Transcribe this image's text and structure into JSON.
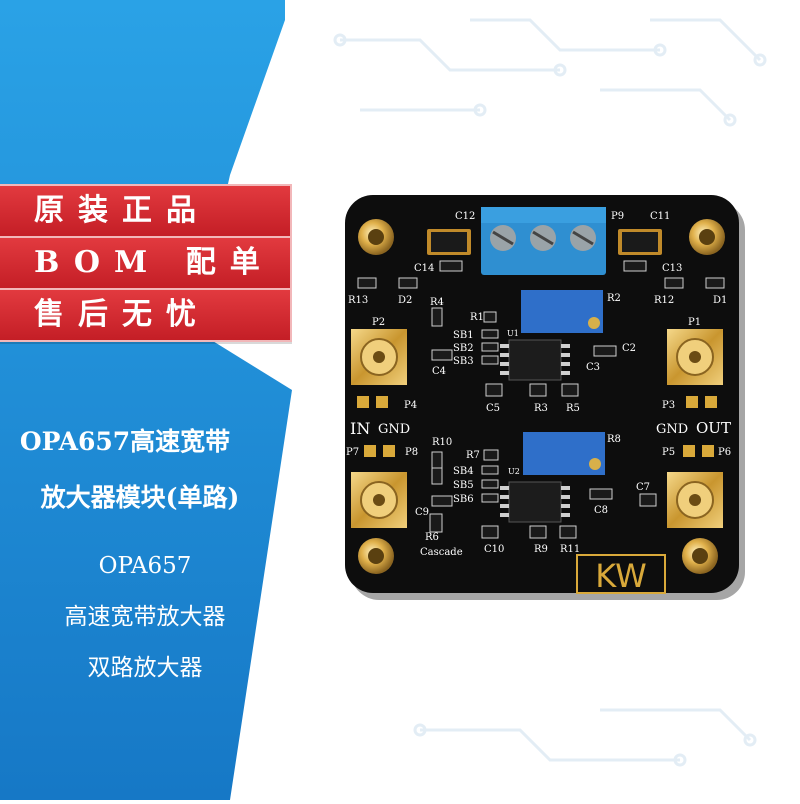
{
  "badges": [
    "原装正品",
    "BOM 配单",
    "售后无忧"
  ],
  "product": {
    "title_line1": "OPA657高速宽带",
    "title_line2": "放大器模块(单路)",
    "sub_line1": "OPA657",
    "sub_line2": "高速宽带放大器",
    "sub_line3": "双路放大器"
  },
  "board": {
    "silkscreen": {
      "c12": "C12",
      "p9": "P9",
      "c11": "C11",
      "c14": "C14",
      "c13": "C13",
      "r13": "R13",
      "d2": "D2",
      "r12": "R12",
      "d1": "D1",
      "r4": "R4",
      "r1": "R1",
      "r2": "R2",
      "u1": "U1",
      "p2": "P2",
      "p1": "P1",
      "sb1": "SB1",
      "sb2": "SB2",
      "sb3": "SB3",
      "c2": "C2",
      "c3": "C3",
      "c4": "C4",
      "p4": "P4",
      "p3": "P3",
      "c5": "C5",
      "r3": "R3",
      "r5": "R5",
      "in": "IN",
      "gnd_left": "GND",
      "gnd_right": "GND",
      "out": "OUT",
      "p7": "P7",
      "p8": "P8",
      "p5": "P5",
      "p6": "P6",
      "r10": "R10",
      "r7": "R7",
      "u2": "U2",
      "r8": "R8",
      "sb4": "SB4",
      "sb5": "SB5",
      "sb6": "SB6",
      "c7": "C7",
      "c8": "C8",
      "c9": "C9",
      "c10": "C10",
      "r6": "R6",
      "r9": "R9",
      "r11": "R11",
      "cascade": "Cascade",
      "logo": "KW"
    }
  },
  "colors": {
    "blue_bg": "#1f8fd9",
    "badge_red": "#d42a30",
    "pcb_black": "#0d0d0d",
    "gold": "#d9a93a",
    "terminal_blue": "#2f8fd1"
  }
}
